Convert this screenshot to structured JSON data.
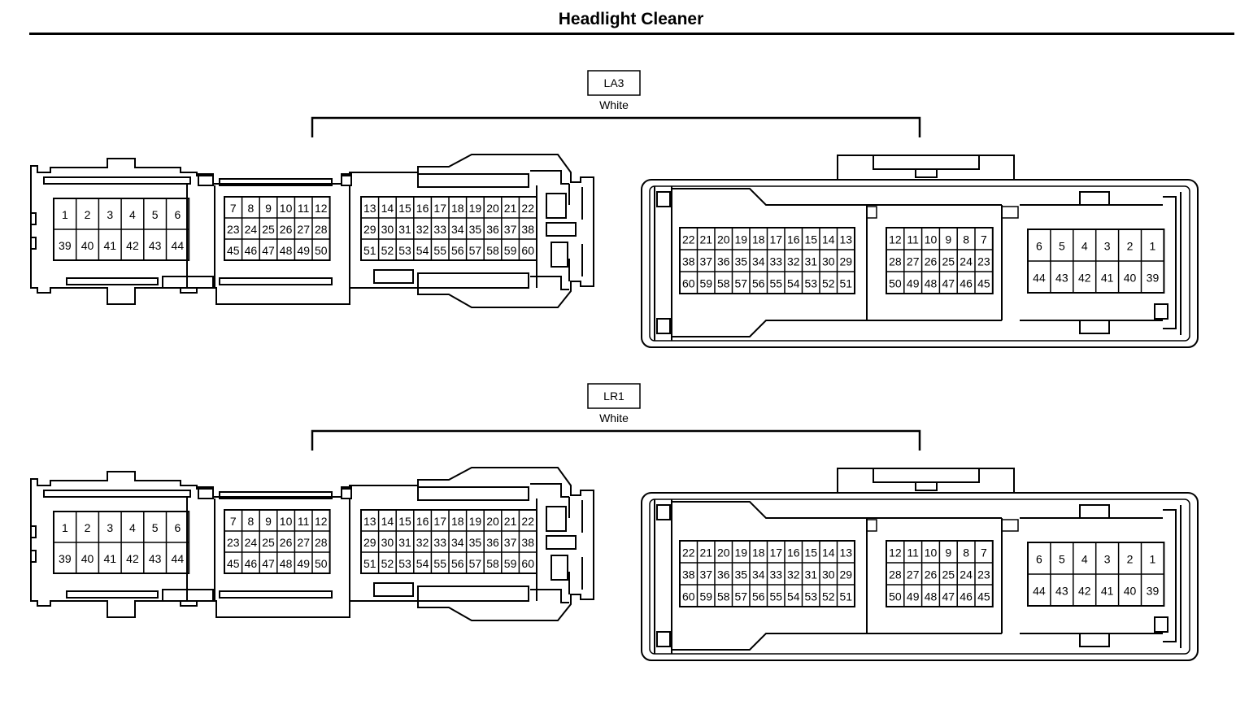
{
  "title": "Headlight Cleaner",
  "connectors": [
    {
      "code": "LA3",
      "color_text": "White"
    },
    {
      "code": "LR1",
      "color_text": "White"
    }
  ],
  "male_blocks": {
    "a": [
      [
        "1",
        "2",
        "3",
        "4",
        "5",
        "6"
      ],
      [
        "39",
        "40",
        "41",
        "42",
        "43",
        "44"
      ]
    ],
    "b": [
      [
        "7",
        "8",
        "9",
        "10",
        "11",
        "12"
      ],
      [
        "23",
        "24",
        "25",
        "26",
        "27",
        "28"
      ],
      [
        "45",
        "46",
        "47",
        "48",
        "49",
        "50"
      ]
    ],
    "c": [
      [
        "13",
        "14",
        "15",
        "16",
        "17",
        "18",
        "19",
        "20",
        "21",
        "22"
      ],
      [
        "29",
        "30",
        "31",
        "32",
        "33",
        "34",
        "35",
        "36",
        "37",
        "38"
      ],
      [
        "51",
        "52",
        "53",
        "54",
        "55",
        "56",
        "57",
        "58",
        "59",
        "60"
      ]
    ]
  },
  "female_blocks": {
    "a": [
      [
        "22",
        "21",
        "20",
        "19",
        "18",
        "17",
        "16",
        "15",
        "14",
        "13"
      ],
      [
        "38",
        "37",
        "36",
        "35",
        "34",
        "33",
        "32",
        "31",
        "30",
        "29"
      ],
      [
        "60",
        "59",
        "58",
        "57",
        "56",
        "55",
        "54",
        "53",
        "52",
        "51"
      ]
    ],
    "b": [
      [
        "12",
        "11",
        "10",
        "9",
        "8",
        "7"
      ],
      [
        "28",
        "27",
        "26",
        "25",
        "24",
        "23"
      ],
      [
        "50",
        "49",
        "48",
        "47",
        "46",
        "45"
      ]
    ],
    "c": [
      [
        "6",
        "5",
        "4",
        "3",
        "2",
        "1"
      ],
      [
        "44",
        "43",
        "42",
        "41",
        "40",
        "39"
      ]
    ]
  },
  "colors": {
    "line": "#000000",
    "background": "#ffffff"
  }
}
